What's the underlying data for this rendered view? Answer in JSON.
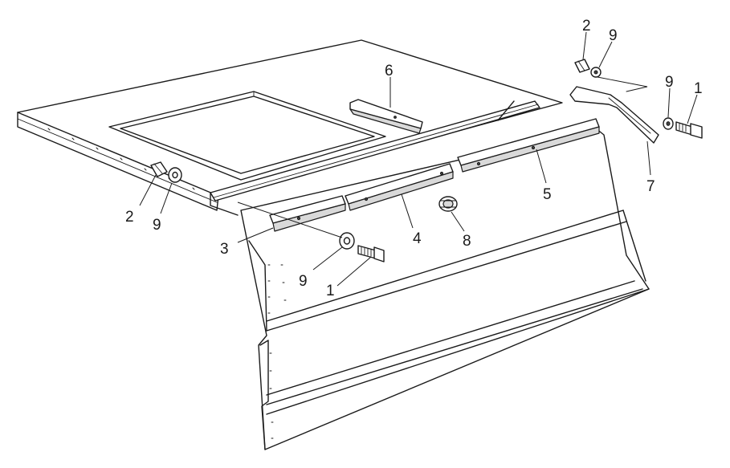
{
  "diagram": {
    "callouts": [
      {
        "id": "bolt-left",
        "label": "1"
      },
      {
        "id": "bolt-right",
        "label": "1"
      },
      {
        "id": "nut-left",
        "label": "2"
      },
      {
        "id": "nut-right",
        "label": "2"
      },
      {
        "id": "strip-left",
        "label": "3"
      },
      {
        "id": "strip-middle",
        "label": "4"
      },
      {
        "id": "strip-right",
        "label": "5"
      },
      {
        "id": "top-strip",
        "label": "6"
      },
      {
        "id": "bracket",
        "label": "7"
      },
      {
        "id": "plug",
        "label": "8"
      },
      {
        "id": "washer-left",
        "label": "9"
      },
      {
        "id": "washer-middle",
        "label": "9"
      },
      {
        "id": "washer-right-top",
        "label": "9"
      },
      {
        "id": "washer-right",
        "label": "9"
      }
    ]
  }
}
